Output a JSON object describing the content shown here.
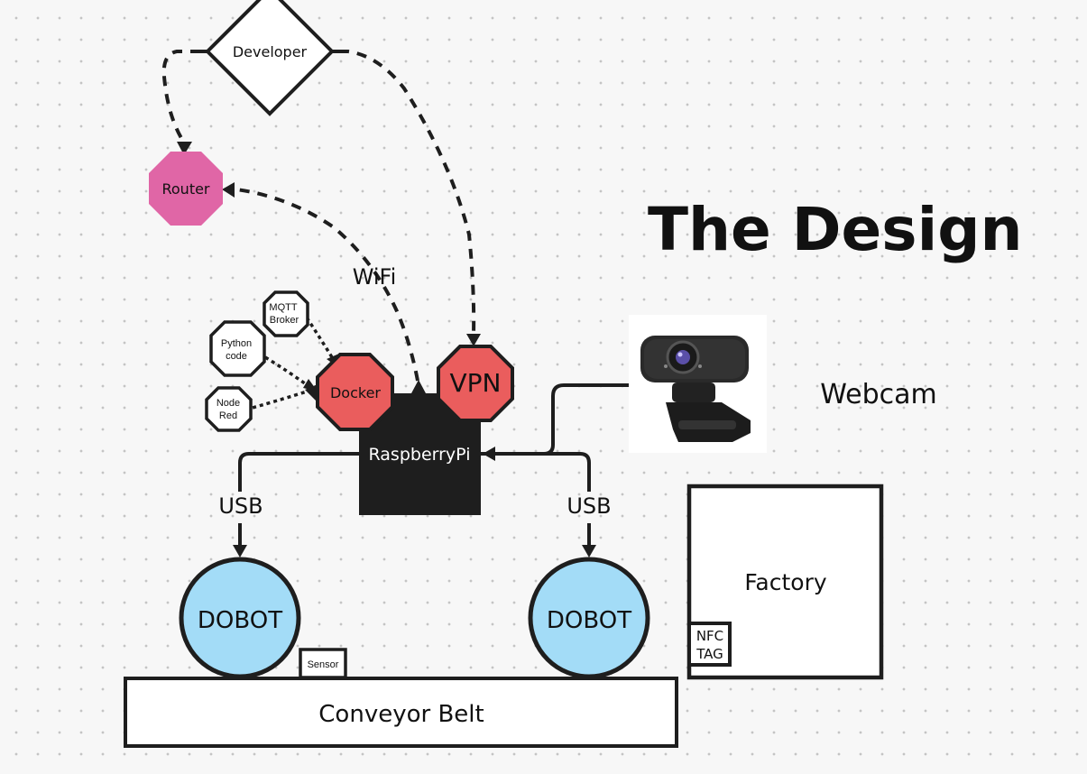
{
  "title": "The Design",
  "nodes": {
    "developer": "Developer",
    "router": "Router",
    "wifi": "WiFi",
    "mqtt_line1": "MQTT",
    "mqtt_line2": "Broker",
    "python_line1": "Python",
    "python_line2": "code",
    "nodered_line1": "Node",
    "nodered_line2": "Red",
    "docker": "Docker",
    "vpn": "VPN",
    "raspberrypi": "RaspberryPi",
    "webcam": "Webcam",
    "usb_left": "USB",
    "usb_right": "USB",
    "dobot_left": "DOBOT",
    "dobot_right": "DOBOT",
    "sensor": "Sensor",
    "conveyor": "Conveyor Belt",
    "factory": "Factory",
    "nfc_line1": "NFC",
    "nfc_line2": "TAG"
  },
  "colors": {
    "router": "#e066a6",
    "docker": "#ea5d5d",
    "vpn": "#ea5d5d",
    "raspberrypi": "#1e1e1e",
    "dobot": "#a3dcf7",
    "stroke": "#1e1e1e"
  },
  "icons": {
    "webcam": "webcam-icon"
  }
}
